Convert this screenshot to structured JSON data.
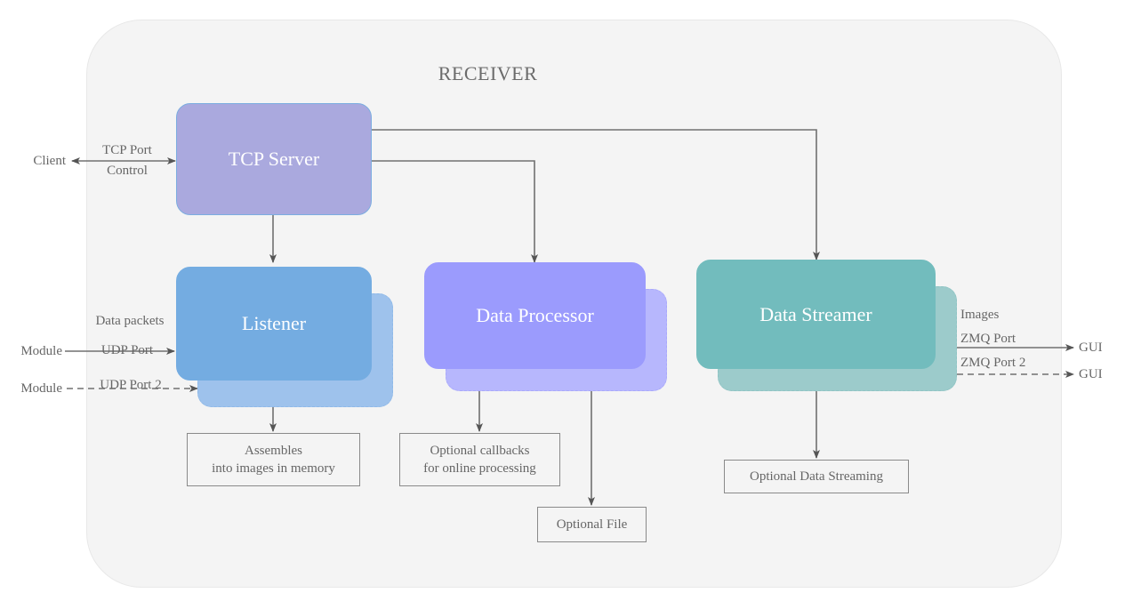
{
  "diagram": {
    "container": {
      "title": "RECEIVER"
    },
    "nodes": [
      {
        "id": "tcp-server",
        "label": "TCP Server",
        "color": "#aaa9de",
        "border": "#7cade0",
        "stacked": false
      },
      {
        "id": "listener",
        "label": "Listener",
        "color": "#74ace1",
        "border": "#74ace1",
        "stacked": true
      },
      {
        "id": "data-processor",
        "label": "Data Processor",
        "color": "#9b9bfd",
        "border": "#9b9bfd",
        "stacked": true
      },
      {
        "id": "data-streamer",
        "label": "Data Streamer",
        "color": "#72bcbd",
        "border": "#72bcbd",
        "stacked": true
      }
    ],
    "notes": [
      {
        "id": "assembles",
        "text": "Assembles\ninto images in memory"
      },
      {
        "id": "callbacks",
        "text": "Optional callbacks\nfor online processing"
      },
      {
        "id": "optional-file",
        "text": "Optional File"
      },
      {
        "id": "optional-stream",
        "text": "Optional Data Streaming"
      }
    ],
    "endpoints": [
      {
        "id": "client",
        "label": "Client"
      },
      {
        "id": "module-1",
        "label": "Module"
      },
      {
        "id": "module-2",
        "label": "Module"
      },
      {
        "id": "gui-1",
        "label": "GUI"
      },
      {
        "id": "gui-2",
        "label": "GUI"
      }
    ],
    "edge_labels": [
      {
        "id": "tcp-port",
        "text": "TCP Port"
      },
      {
        "id": "control",
        "text": "Control"
      },
      {
        "id": "data-packets",
        "text": "Data packets"
      },
      {
        "id": "udp-port",
        "text": "UDP Port"
      },
      {
        "id": "udp-port-2",
        "text": "UDP Port 2"
      },
      {
        "id": "images",
        "text": "Images"
      },
      {
        "id": "zmq-port",
        "text": "ZMQ Port"
      },
      {
        "id": "zmq-port-2",
        "text": "ZMQ Port 2"
      }
    ],
    "colors": {
      "frame_bg": "#f4f4f4",
      "frame_border": "#e8e8e8",
      "arrow": "#707070",
      "note_border": "#8a8a8a",
      "text": "#666666"
    }
  }
}
